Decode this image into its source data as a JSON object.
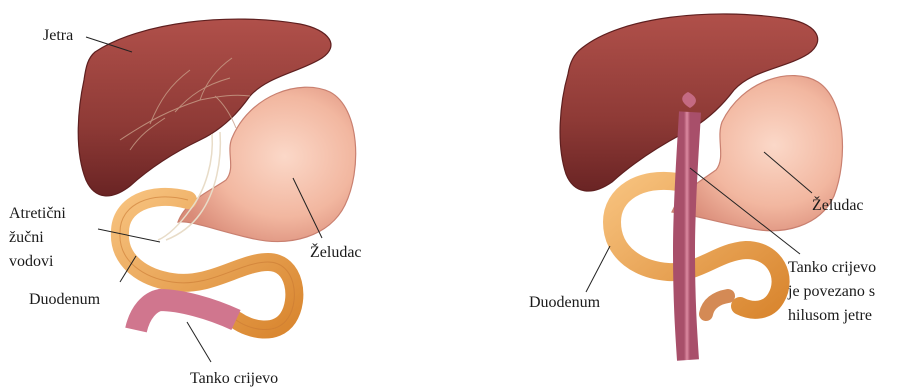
{
  "left_panel": {
    "labels": {
      "liver": "Jetra",
      "atretic_ducts": [
        "Atretični",
        "žučni",
        "vodovi"
      ],
      "stomach": "Želudac",
      "duodenum": "Duodenum",
      "small_intestine": "Tanko crijevo"
    }
  },
  "right_panel": {
    "labels": {
      "stomach": "Želudac",
      "duodenum": "Duodenum",
      "intestine_connection": [
        "Tanko crijevo",
        "je povezano s",
        "hilusom jetre"
      ]
    }
  },
  "colors": {
    "liver": "#8e3a36",
    "liver_dark": "#6a2424",
    "stomach": "#f2b7a0",
    "stomach_shade": "#d98b78",
    "duodenum": "#f0a65a",
    "duodenum_dark": "#c97a34",
    "intestine": "#d0768e",
    "intestine_dark": "#a84f6a"
  }
}
